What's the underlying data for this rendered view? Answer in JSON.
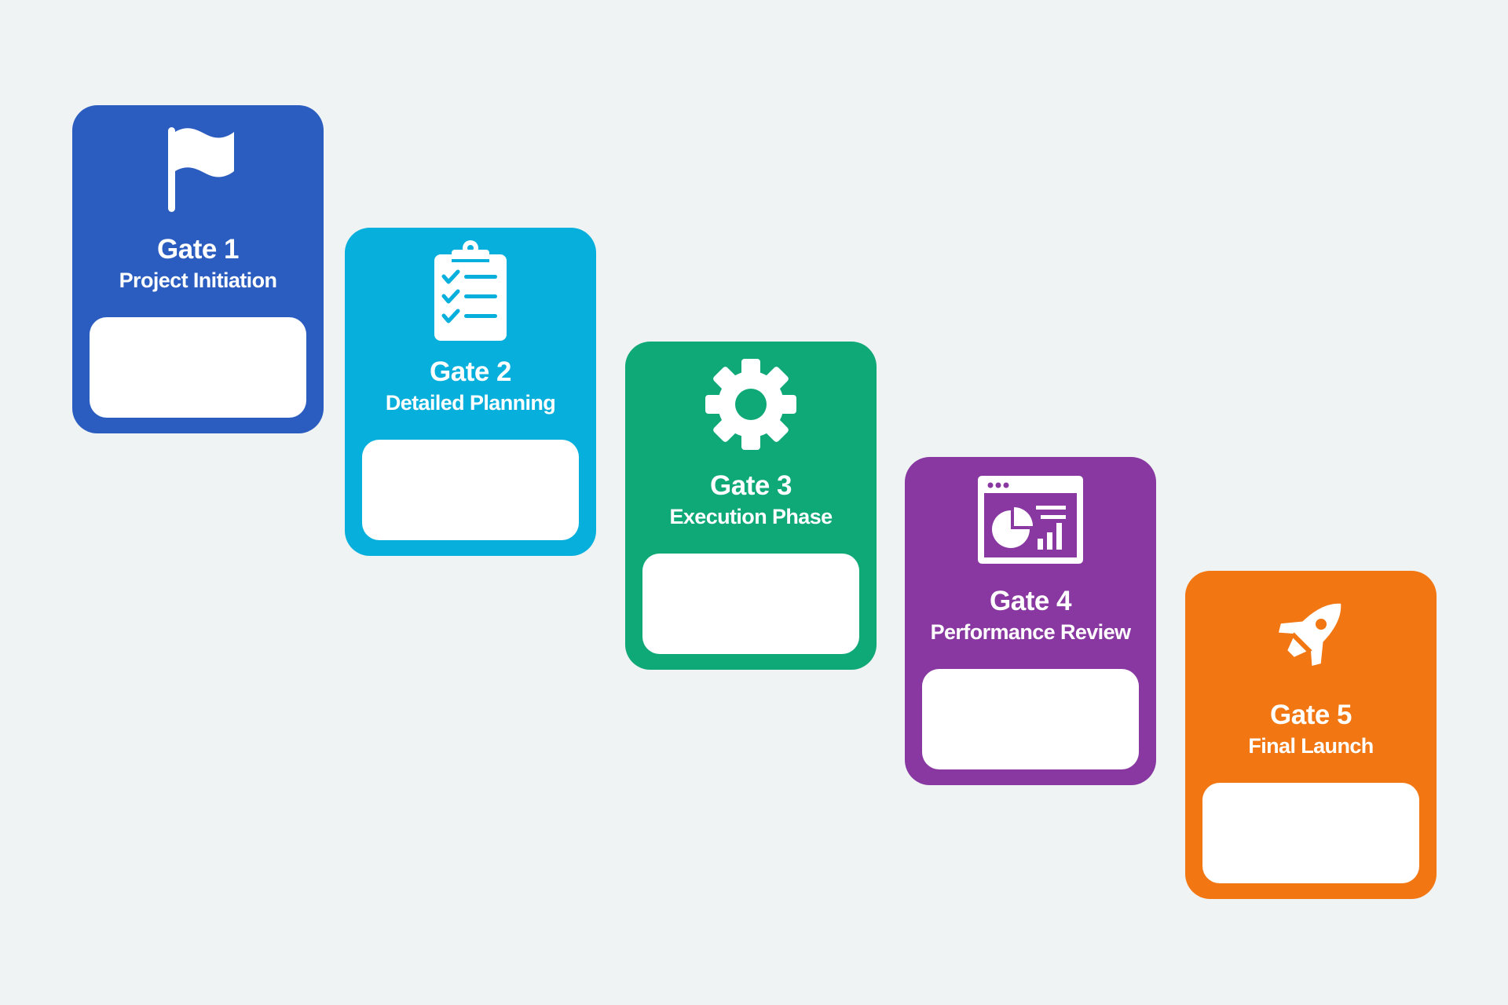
{
  "gates": [
    {
      "title": "Gate 1",
      "subtitle": "Project Initiation",
      "color": "#2b5cbf",
      "icon": "flag-icon"
    },
    {
      "title": "Gate 2",
      "subtitle": "Detailed Planning",
      "color": "#07b0dc",
      "icon": "clipboard-checklist-icon"
    },
    {
      "title": "Gate 3",
      "subtitle": "Execution Phase",
      "color": "#0fa877",
      "icon": "gear-icon"
    },
    {
      "title": "Gate 4",
      "subtitle": "Performance Review",
      "color": "#8838a0",
      "icon": "analytics-dashboard-icon"
    },
    {
      "title": "Gate 5",
      "subtitle": "Final Launch",
      "color": "#f27612",
      "icon": "rocket-icon"
    }
  ]
}
